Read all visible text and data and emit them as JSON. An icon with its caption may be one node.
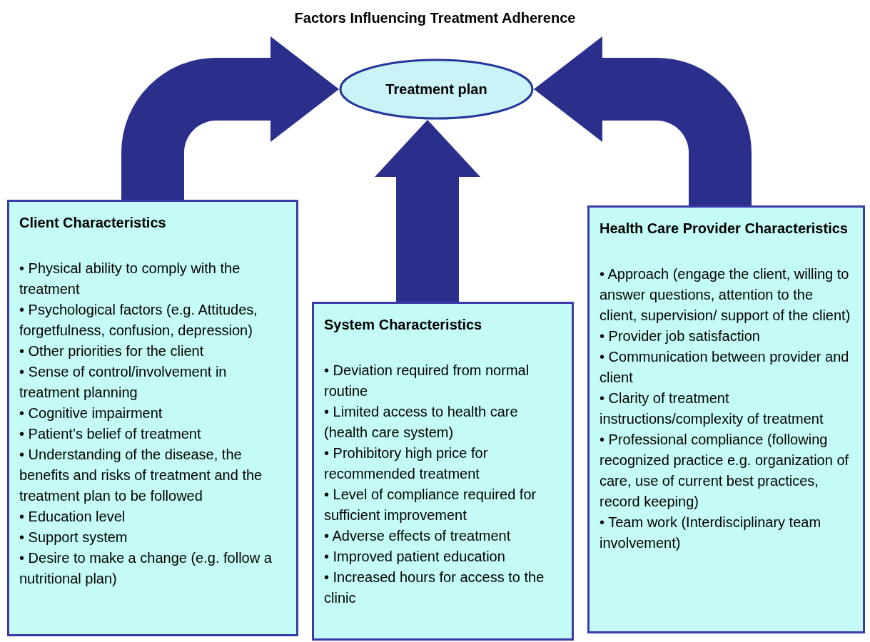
{
  "diagram": {
    "title": "Factors Influencing Treatment Adherence",
    "nodes": [
      {
        "text": [
          "Treatment plan"
        ]
      },
      {
        "text": [
          "Client Characteristics",
          "• Physical ability to comply with the treatment",
          "• Psychological factors (e.g. Attitudes, forgetfulness, confusion, depression)",
          "• Other priorities for the client",
          "• Sense of control/involvement in treatment planning",
          "• Cognitive impairment",
          "• Patient’s belief of treatment",
          "• Understanding of the disease, the benefits and risks of treatment and the treatment plan to be followed",
          "• Education level",
          "• Support system",
          "• Desire to make a change (e.g. follow a nutritional plan)"
        ]
      },
      {
        "text": [
          "System Characteristics",
          "• Deviation required from normal routine",
          "• Limited access to health care (health care system)",
          "• Prohibitory high price for recommended treatment",
          "• Level of compliance required for sufficient improvement",
          "• Adverse effects of treatment",
          "• Improved patient education",
          "• Increased hours for access to the clinic"
        ]
      },
      {
        "text": [
          "Health Care Provider Characteristics",
          "• Approach (engage the client, willing to answer questions, attention to the client, supervision/ support of the client)",
          "• Provider job satisfaction",
          "• Communication between provider and client",
          "• Clarity of treatment instructions/complexity of treatment",
          "• Professional compliance (following recognized practice e.g. organization of care, use of current best practices, record keeping)",
          "• Team work (Interdisciplinary team involvement)"
        ]
      }
    ],
    "edges": [
      {
        "from": 1,
        "to": 0,
        "arrow": "to",
        "style": "thick"
      },
      {
        "from": 2,
        "to": 0,
        "arrow": "to",
        "style": "thick"
      },
      {
        "from": 3,
        "to": 0,
        "arrow": "to",
        "style": "thick"
      }
    ]
  }
}
